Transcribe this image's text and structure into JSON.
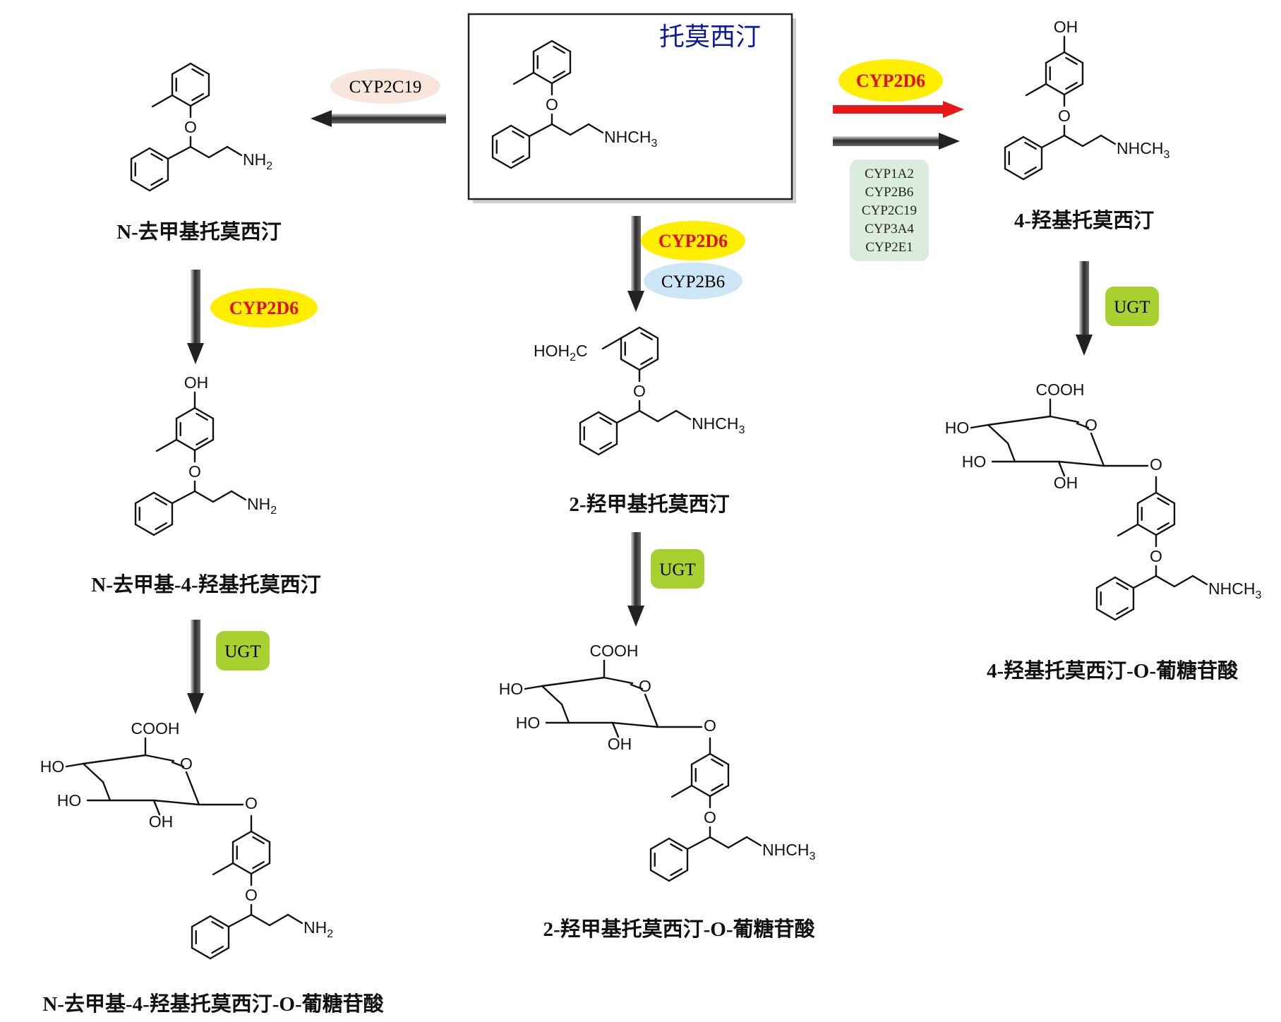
{
  "parent": {
    "name": "托莫西汀",
    "amine": "NHCH",
    "amine_sub": "3"
  },
  "metabolites": {
    "n_desmethyl": {
      "name": "N-去甲基托莫西汀",
      "amine": "NH",
      "amine_sub": "2"
    },
    "n_desmethyl_4oh": {
      "name": "N-去甲基-4-羟基托莫西汀",
      "amine": "NH",
      "amine_sub": "2",
      "oh": "OH"
    },
    "n_desmethyl_4oh_gluc": {
      "name": "N-去甲基-4-羟基托莫西汀-O-葡糖苷酸",
      "amine": "NH",
      "amine_sub": "2"
    },
    "hydroxymethyl": {
      "name": "2-羟甲基托莫西汀",
      "amine": "NHCH",
      "amine_sub": "3",
      "ch2oh_a": "HOH",
      "ch2oh_sub": "2",
      "ch2oh_b": "C"
    },
    "hydroxymethyl_gluc": {
      "name": "2-羟甲基托莫西汀-O-葡糖苷酸",
      "amine": "NHCH",
      "amine_sub": "3"
    },
    "hydroxy4": {
      "name": "4-羟基托莫西汀",
      "amine": "NHCH",
      "amine_sub": "3",
      "oh": "OH"
    },
    "hydroxy4_gluc": {
      "name": "4-羟基托莫西汀-O-葡糖苷酸",
      "amine": "NHCH",
      "amine_sub": "3"
    }
  },
  "atoms": {
    "O": "O",
    "OH": "OH",
    "HO": "HO",
    "COOH": "COOH"
  },
  "enzymes": {
    "left_arrow": "CYP2C19",
    "red_arrow": "CYP2D6",
    "minor_list": [
      "CYP1A2",
      "CYP2B6",
      "CYP2C19",
      "CYP3A4",
      "CYP2E1"
    ],
    "left_down": "CYP2D6",
    "center_down_major": "CYP2D6",
    "center_down_minor": "CYP2B6",
    "ugt_left": "UGT",
    "ugt_center": "UGT",
    "ugt_right": "UGT"
  },
  "colors": {
    "title_blue": "#0a1a9c",
    "major_enzyme_text": "#e01010",
    "major_enzyme_bg": "#ffee00",
    "major_arrow": "#e81818",
    "cyp2c19_bg": "#f8e6dc",
    "cyp2b6_bg": "#cde6f6",
    "minor_list_bg": "#dcecdc",
    "ugt_bg": "#a8d030"
  }
}
